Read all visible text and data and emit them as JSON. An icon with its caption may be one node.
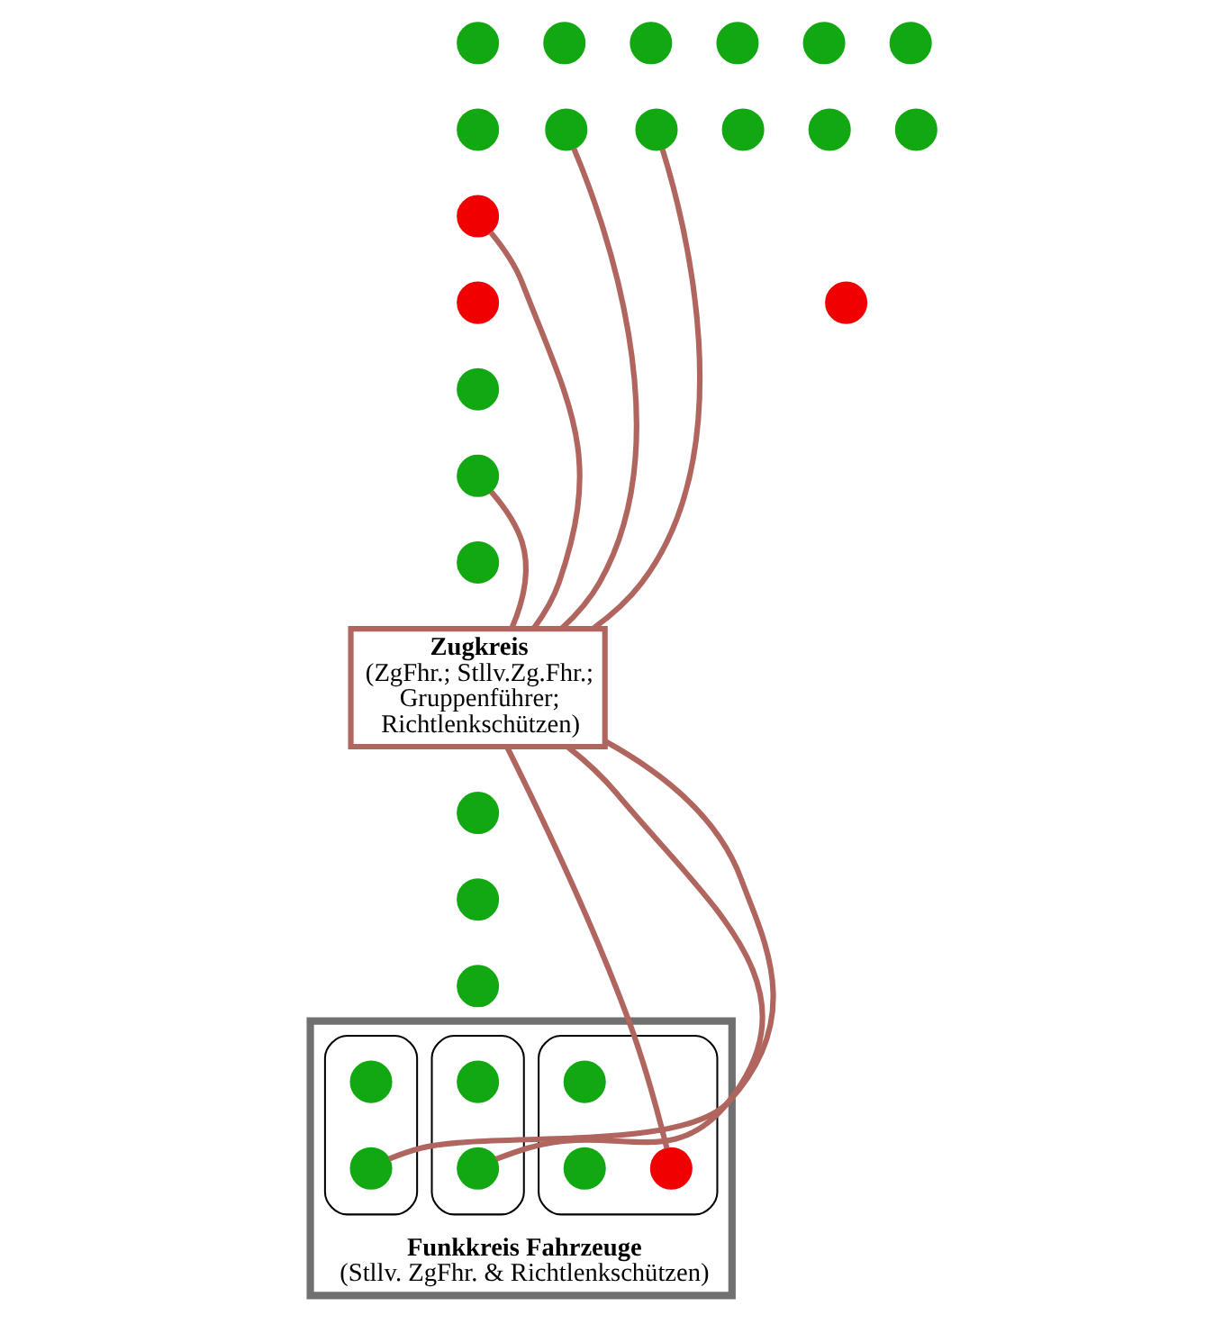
{
  "diagram": {
    "nodes": [
      {
        "text": [],
        "shape": "circle"
      },
      {
        "text": [],
        "shape": "circle"
      },
      {
        "text": [],
        "shape": "circle"
      },
      {
        "text": [],
        "shape": "circle"
      },
      {
        "text": [],
        "shape": "circle"
      },
      {
        "text": [],
        "shape": "circle"
      },
      {
        "text": [],
        "shape": "circle"
      },
      {
        "text": [],
        "shape": "circle"
      },
      {
        "text": [],
        "shape": "circle"
      },
      {
        "text": [],
        "shape": "circle"
      },
      {
        "text": [],
        "shape": "circle"
      },
      {
        "text": [],
        "shape": "circle"
      },
      {
        "text": [],
        "shape": "circle"
      },
      {
        "text": [],
        "shape": "circle"
      },
      {
        "text": [],
        "shape": "circle"
      },
      {
        "text": [],
        "shape": "circle"
      },
      {
        "text": [],
        "shape": "circle"
      },
      {
        "text": [],
        "shape": "circle"
      },
      {
        "text": [
          "Zugkreis",
          "(ZgFhr.; Stllv.Zg.Fhr.; Gruppenführer; Richtlenkschützen)"
        ]
      },
      {
        "text": [],
        "shape": "circle"
      },
      {
        "text": [],
        "shape": "circle"
      },
      {
        "text": [],
        "shape": "circle"
      },
      {
        "text": [
          "Funkkreis Fahrzeuge",
          "(Stllv. ZgFhr. & Richtlenkschützen)"
        ]
      },
      {
        "text": [],
        "shape": "box",
        "in": 22
      },
      {
        "text": [],
        "shape": "circle",
        "in": 23
      },
      {
        "text": [],
        "shape": "circle",
        "in": 23
      },
      {
        "text": [],
        "shape": "circle",
        "in": 23
      },
      {
        "text": [],
        "shape": "box",
        "in": 22
      },
      {
        "text": [],
        "shape": "circle",
        "in": 27
      },
      {
        "text": [],
        "shape": "circle",
        "in": 27
      },
      {
        "text": [],
        "shape": "box",
        "in": 22
      },
      {
        "text": [],
        "shape": "circle",
        "in": 30
      },
      {
        "text": [],
        "shape": "circle",
        "in": 30
      }
    ],
    "edges": [
      {
        "from": 18,
        "to": 8,
        "arrow": "none"
      },
      {
        "from": 18,
        "to": 9,
        "arrow": "none"
      },
      {
        "from": 18,
        "to": 12,
        "arrow": "none"
      },
      {
        "from": 18,
        "to": 16,
        "arrow": "none"
      },
      {
        "from": 18,
        "to": 26,
        "arrow": "none"
      },
      {
        "from": 18,
        "to": 29,
        "arrow": "none"
      },
      {
        "from": 18,
        "to": 32,
        "arrow": "none"
      }
    ]
  }
}
